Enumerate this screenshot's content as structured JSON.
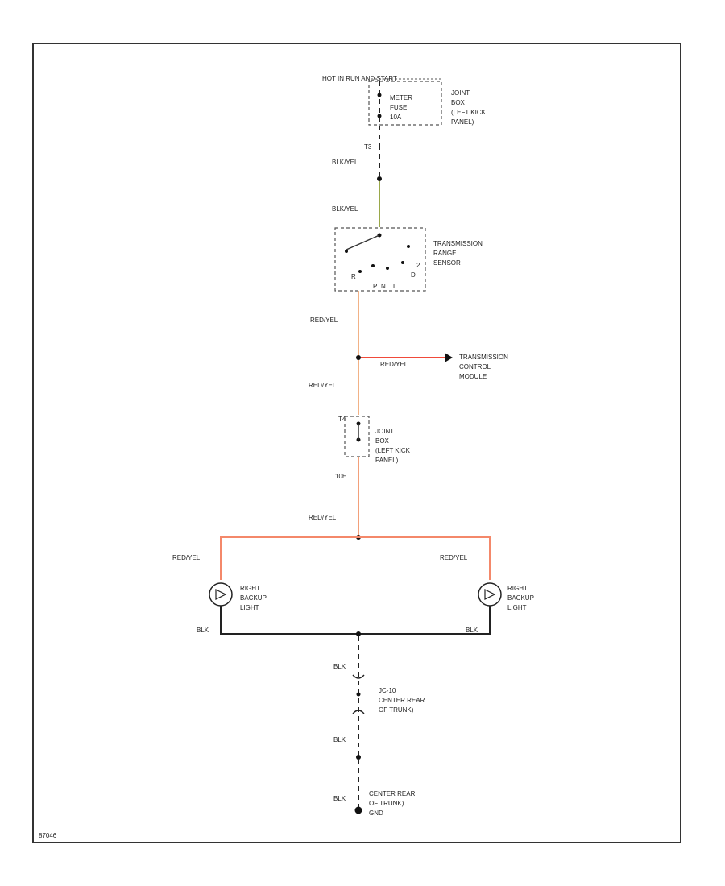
{
  "colors": {
    "wire_blk_yel": "#9aa84a",
    "wire_red_yel": "#f2a47a",
    "wire_red": "#f04a3a",
    "wire_black": "#222222"
  },
  "labels": {
    "hot_in_run": "HOT IN RUN AND START",
    "meter_fuse_line1": "METER",
    "meter_fuse_line2": "FUSE",
    "meter_fuse_line3": "10A",
    "joint_box_top_line1": "JOINT",
    "joint_box_top_line2": "BOX",
    "joint_box_top_line3": "(LEFT KICK",
    "joint_box_top_line4": "PANEL)",
    "pin_t3": "T3",
    "wire_blk_yel_1": "BLK/YEL",
    "wire_blk_yel_2": "BLK/YEL",
    "trs_line1": "TRANSMISSION",
    "trs_line2": "RANGE",
    "trs_line3": "SENSOR",
    "trs_pos_r": "R",
    "trs_pos_p": "P",
    "trs_pos_n": "N",
    "trs_pos_d": "D",
    "trs_pos_l": "L",
    "trs_pos_2": "2",
    "wire_red_yel_1": "RED/YEL",
    "wire_red_yel_branch": "RED/YEL",
    "tcm_line1": "TRANSMISSION",
    "tcm_line2": "CONTROL",
    "tcm_line3": "MODULE",
    "wire_red_yel_2": "RED/YEL",
    "joint_box_mid_line1": "JOINT",
    "joint_box_mid_line2": "BOX",
    "joint_box_mid_line3": "(LEFT KICK",
    "joint_box_mid_line4": "PANEL)",
    "pin_t4": "T4",
    "pin_10h": "10H",
    "wire_red_yel_3": "RED/YEL",
    "wire_red_yel_left": "RED/YEL",
    "wire_red_yel_right": "RED/YEL",
    "lamp_left_line1": "RIGHT",
    "lamp_left_line2": "BACKUP",
    "lamp_left_line3": "LIGHT",
    "lamp_right_line1": "RIGHT",
    "lamp_right_line2": "BACKUP",
    "lamp_right_line3": "LIGHT",
    "wire_blk_left": "BLK",
    "wire_blk_right": "BLK",
    "wire_blk_1": "BLK",
    "jc_line1": "JC-10",
    "jc_line2": "CENTER REAR",
    "jc_line3": "OF TRUNK)",
    "wire_blk_2": "BLK",
    "wire_blk_3": "BLK",
    "gnd_line1": "CENTER REAR",
    "gnd_line2": "OF TRUNK)",
    "gnd_line3": "GND",
    "figure_id": "87046"
  }
}
